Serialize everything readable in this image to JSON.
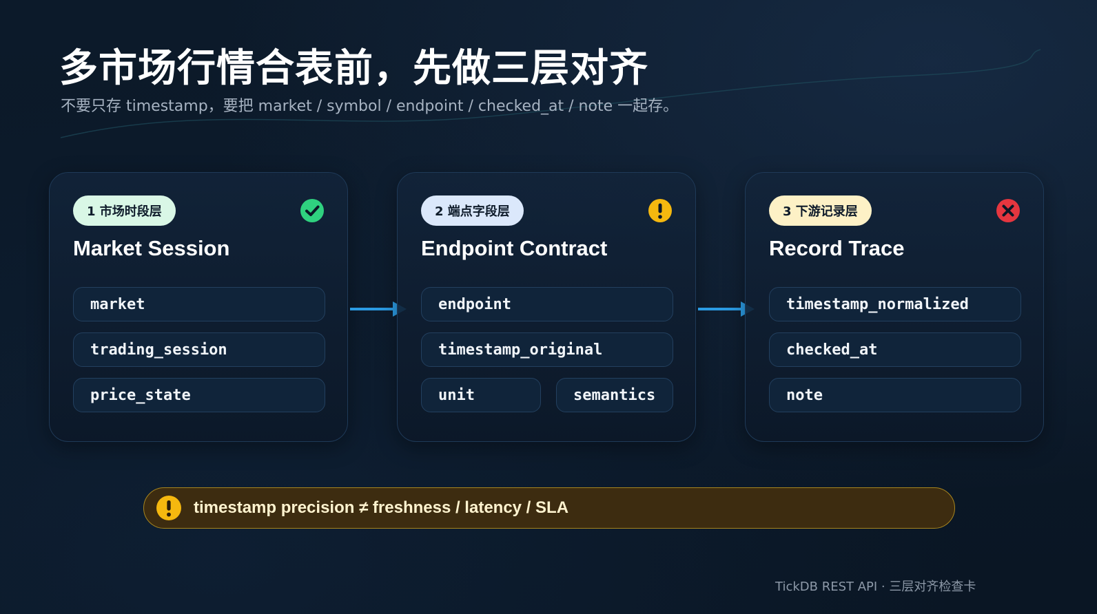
{
  "header": {
    "title": "多市场行情合表前，先做三层对齐",
    "subtitle": "不要只存 timestamp，要把 market / symbol / endpoint / checked_at / note 一起存。"
  },
  "layers": [
    {
      "badge": "1 市场时段层",
      "title": "Market Session",
      "status_icon": "check-circle-icon",
      "status_color": "#2fd17f",
      "fields": [
        "market",
        "trading_session",
        "price_state"
      ]
    },
    {
      "badge": "2 端点字段层",
      "title": "Endpoint Contract",
      "status_icon": "exclamation-circle-icon",
      "status_color": "#f5b80f",
      "fields": [
        "endpoint",
        "timestamp_original",
        "unit",
        "semantics"
      ]
    },
    {
      "badge": "3 下游记录层",
      "title": "Record Trace",
      "status_icon": "x-circle-icon",
      "status_color": "#e5363f",
      "fields": [
        "timestamp_normalized",
        "checked_at",
        "note"
      ]
    }
  ],
  "flow_arrows": {
    "icon": "arrow-right-icon",
    "color": "#2b9be3"
  },
  "warning": {
    "icon": "exclamation-circle-icon",
    "color": "#f5b80f",
    "text": "timestamp precision ≠ freshness / latency / SLA"
  },
  "footer": {
    "caption": "TickDB REST API · 三层对齐检查卡"
  }
}
